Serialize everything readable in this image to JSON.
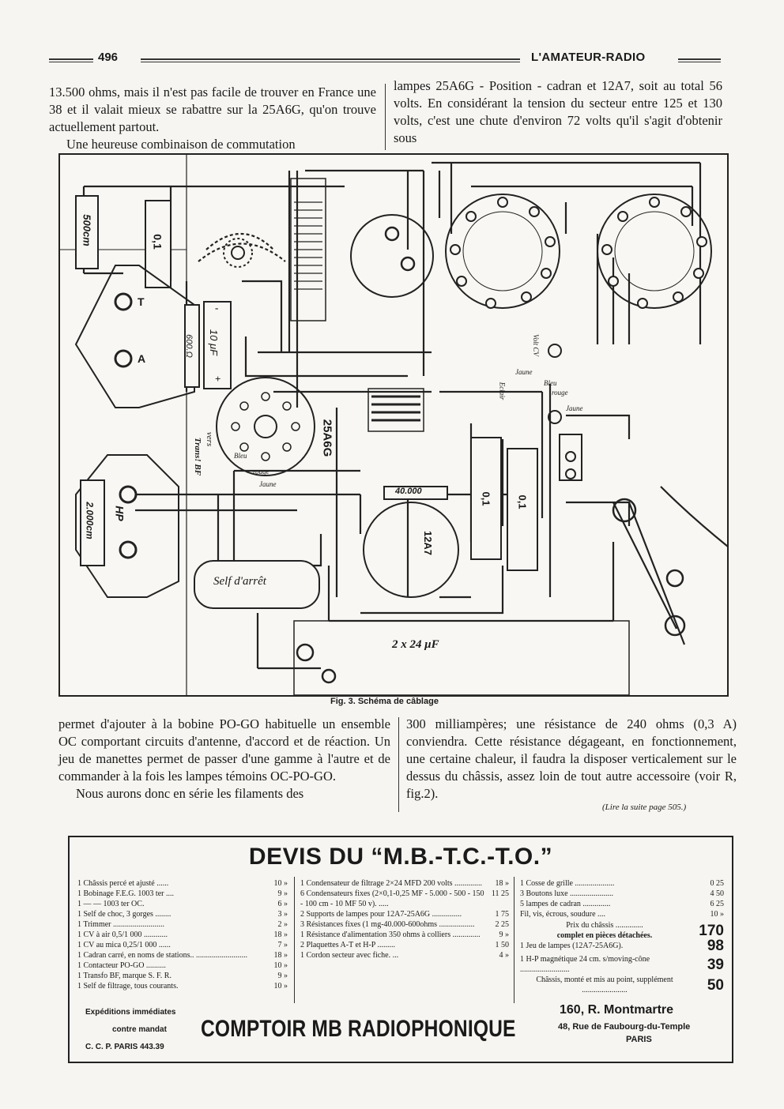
{
  "header": {
    "page_number": "496",
    "publication": "L'AMATEUR-RADIO"
  },
  "top_text": {
    "left": [
      "13.500 ohms, mais il n'est pas facile de trouver en France une 38 et il valait mieux se rabattre sur la 25A6G, qu'on trouve actuellement partout.",
      "Une heureuse combinaison de commutation"
    ],
    "right": "lampes 25A6G - Position - cadran et 12A7, soit au total 56 volts. En considérant la tension du secteur entre 125 et 130 volts, c'est une chute d'environ 72 volts qu'il s'agit d'obtenir sous"
  },
  "figure": {
    "caption": "Fig. 3. Schéma de câblage",
    "labels": {
      "r500": "500cm",
      "c01a": "0,1",
      "tube_T": "T",
      "tube_A": "A",
      "r600": "600.Ω",
      "c10": "10 μF",
      "plus": "+",
      "minus": "-",
      "hp": "HP",
      "r2000": "2.000cm",
      "vers": "vers",
      "trans": "Trans! BF",
      "bleu": "Bleu",
      "rouge": "rouge",
      "jaune": "Jaune",
      "t25": "25A6G",
      "r40": "40.000",
      "c01b": "0,1",
      "c01c": "0,1",
      "t12": "12A7",
      "self": "Self d'arrêt",
      "cap": "2 x 24 μF",
      "volt": "Volt CV",
      "ecl": "Eclair",
      "bleu2": "Bleu",
      "rouge2": "rouge",
      "jaune2": "Jaune",
      "jaune3": "Jaune"
    }
  },
  "bottom_text": {
    "left": [
      "permet d'ajouter à la bobine PO-GO habituelle un ensemble OC comportant circuits d'antenne, d'accord et de réaction. Un jeu de manettes permet de passer d'une gamme à l'autre et de commander à la fois les lampes témoins OC-PO-GO.",
      "Nous aurons donc en série les filaments des"
    ],
    "right": "300 milliampères; une résistance de 240 ohms (0,3 A) conviendra. Cette résistance dégageant, en fonctionnement, une certaine chaleur, il faudra la disposer verticalement sur le dessus du châssis, assez loin de tout autre accessoire (voir R, fig.2).",
    "continued": "(Lire la suite page 505.)"
  },
  "ad": {
    "title": "DEVIS DU “M.B.-T.C.-T.O.”",
    "col1": [
      {
        "d": "1 Châssis percé et ajusté ......",
        "p": "10 »"
      },
      {
        "d": "1 Bobinage F.E.G. 1003 ter ....",
        "p": "9 »"
      },
      {
        "d": "1 — — 1003 ter OC.",
        "p": "6 »"
      },
      {
        "d": "1 Self de choc, 3 gorges ........",
        "p": "3 »"
      },
      {
        "d": "1 Trimmer ..........................",
        "p": "2 »"
      },
      {
        "d": "1 CV à air 0,5/1 000 ............",
        "p": "18 »"
      },
      {
        "d": "1 CV au mica 0,25/1 000 ......",
        "p": "7 »"
      },
      {
        "d": "1 Cadran carré, en noms de stations.. ..........................",
        "p": "18 »"
      },
      {
        "d": "1 Contacteur PO-GO ..........",
        "p": "10 »"
      },
      {
        "d": "1 Transfo BF, marque S. F. R.",
        "p": "9 »"
      },
      {
        "d": "1 Self de filtrage, tous courants.",
        "p": "10 »"
      }
    ],
    "col2": [
      {
        "d": "1 Condensateur de filtrage 2×24 MFD 200 volts ..............",
        "p": "18 »"
      },
      {
        "d": "6 Condensateurs fixes (2×0,1-0,25 MF - 5.000 - 500 - 150 - 100 cm - 10 MF 50 v). .....",
        "p": "11 25"
      },
      {
        "d": "2 Supports de lampes pour 12A7-25A6G ...............",
        "p": "1 75"
      },
      {
        "d": "3 Résistances fixes (1 mg-40.000-600ohms ..................",
        "p": "2 25"
      },
      {
        "d": "1 Résistance d'alimentation 350 ohms à colliers ..............",
        "p": "9 »"
      },
      {
        "d": "2 Plaquettes A-T et H-P .........",
        "p": "1 50"
      },
      {
        "d": "1 Cordon secteur avec fiche. ...",
        "p": "4 »"
      }
    ],
    "col3": [
      {
        "d": "1 Cosse de grille ....................",
        "p": "0 25"
      },
      {
        "d": "3 Boutons luxe ......................",
        "p": "4 50"
      },
      {
        "d": "5 lampes de cadran ..............",
        "p": "6 25"
      },
      {
        "d": "Fil, vis, écrous, soudure ....",
        "p": "10 »"
      }
    ],
    "chassis_line1": "Prix du châssis ..............",
    "chassis_line2": "complet en pièces détachées.",
    "chassis_price": "170",
    "jeu_label": "1 Jeu de lampes (12A7-25A6G).",
    "jeu_price": "98",
    "hp_label": "1 H-P magnétique 24 cm. s/moving-cône .........................",
    "hp_price": "39",
    "monte_label": "Châssis, monté et mis au point, supplément .......................",
    "monte_price": "50",
    "exped1": "Expéditions immédiates",
    "exped2": "contre mandat",
    "ccp": "C. C. P. PARIS 443.39",
    "company": "COMPTOIR MB RADIOPHONIQUE",
    "addr1": "160, R. Montmartre",
    "addr2": "48, Rue de Faubourg-du-Temple",
    "addr3": "PARIS"
  }
}
